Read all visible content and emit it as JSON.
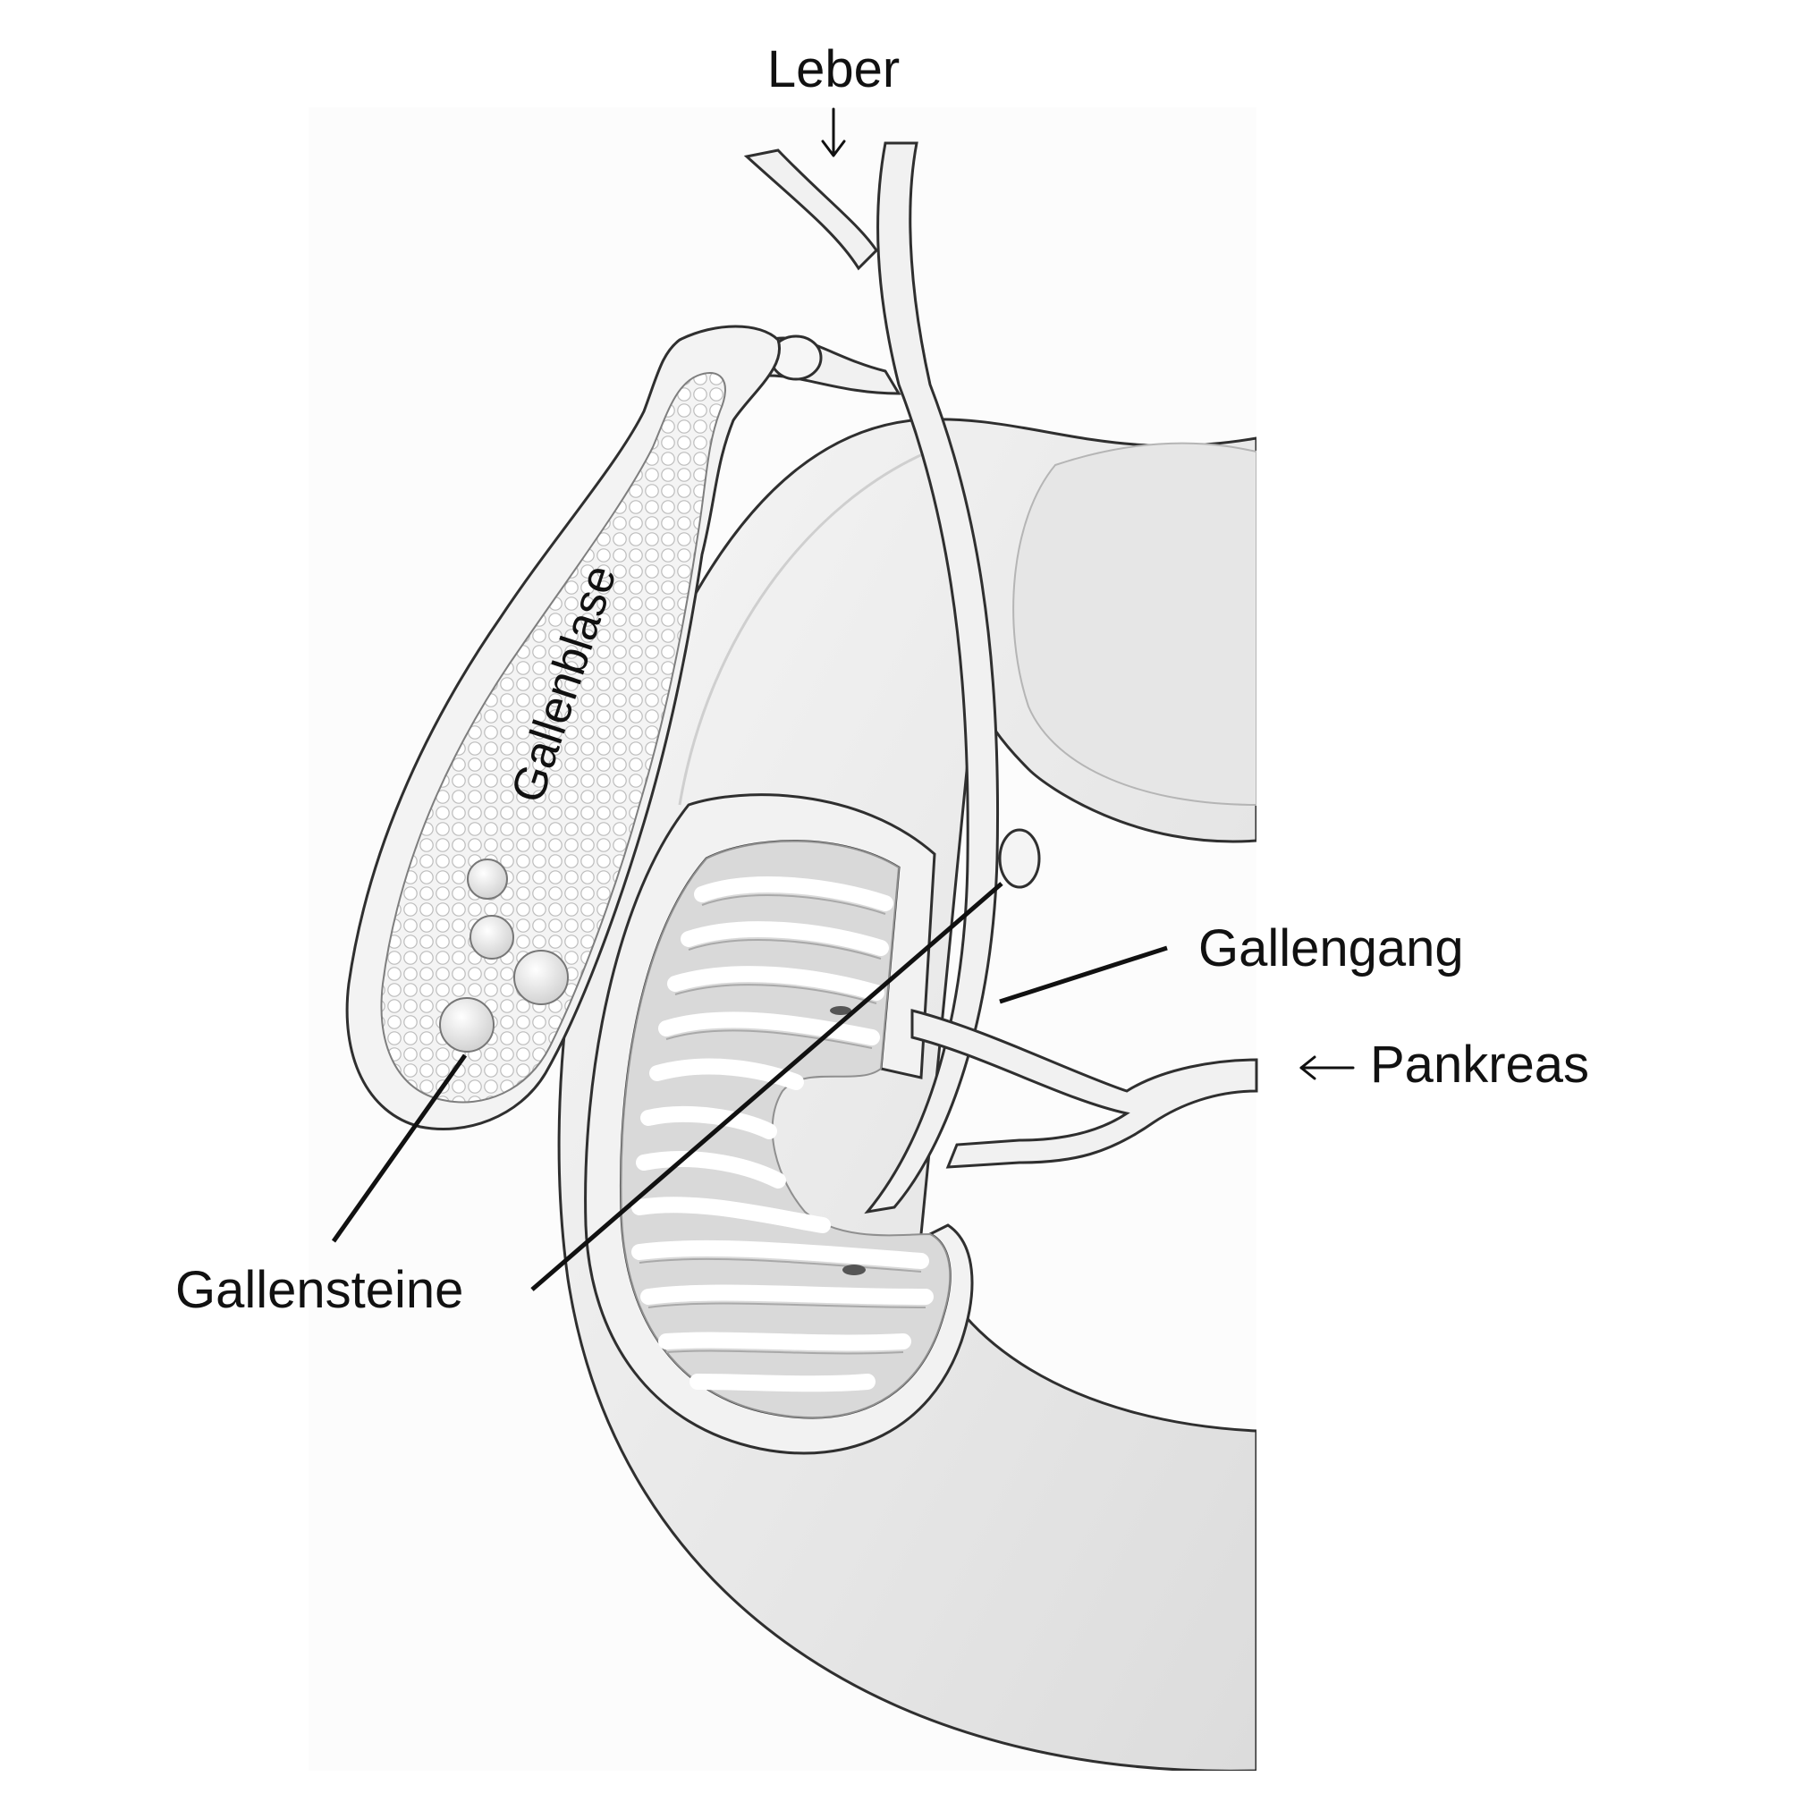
{
  "labels": {
    "leber": "Leber",
    "gallenblase": "Gallenblase",
    "gallengang": "Gallengang",
    "pankreas": "Pankreas",
    "gallensteine": "Gallensteine"
  },
  "colors": {
    "background": "#ffffff",
    "outline": "#2f2f2f",
    "organ_fill": "#eeeeee",
    "lumen_fill": "#dddddd",
    "stone_fill": "#fafafa",
    "text": "#111111"
  }
}
